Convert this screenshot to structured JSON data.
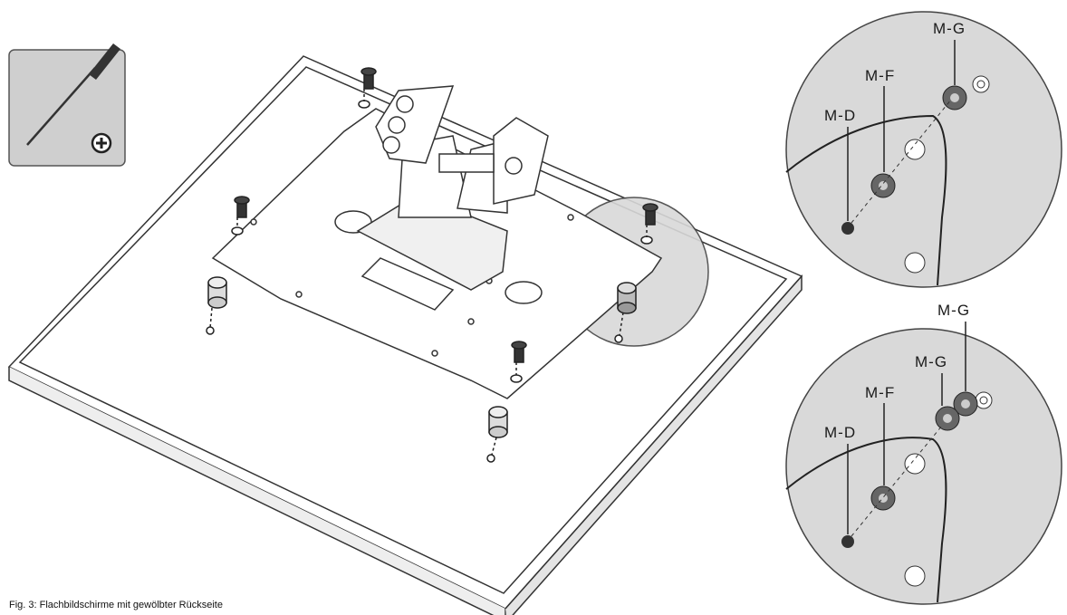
{
  "caption": "Fig. 3: Flachbildschirme mit gewölbter Rückseite",
  "detail_top": {
    "labels": {
      "md": "M-D",
      "mf": "M-F",
      "mg": "M-G"
    }
  },
  "detail_bottom": {
    "labels": {
      "md": "M-D",
      "mf": "M-F",
      "mg1": "M-G",
      "mg2": "M-G"
    }
  },
  "tool_icon": "phillips-screwdriver-icon",
  "colors": {
    "line": "#333333",
    "shade": "#d9d9d9",
    "tool_bg": "#cfcfcf"
  }
}
